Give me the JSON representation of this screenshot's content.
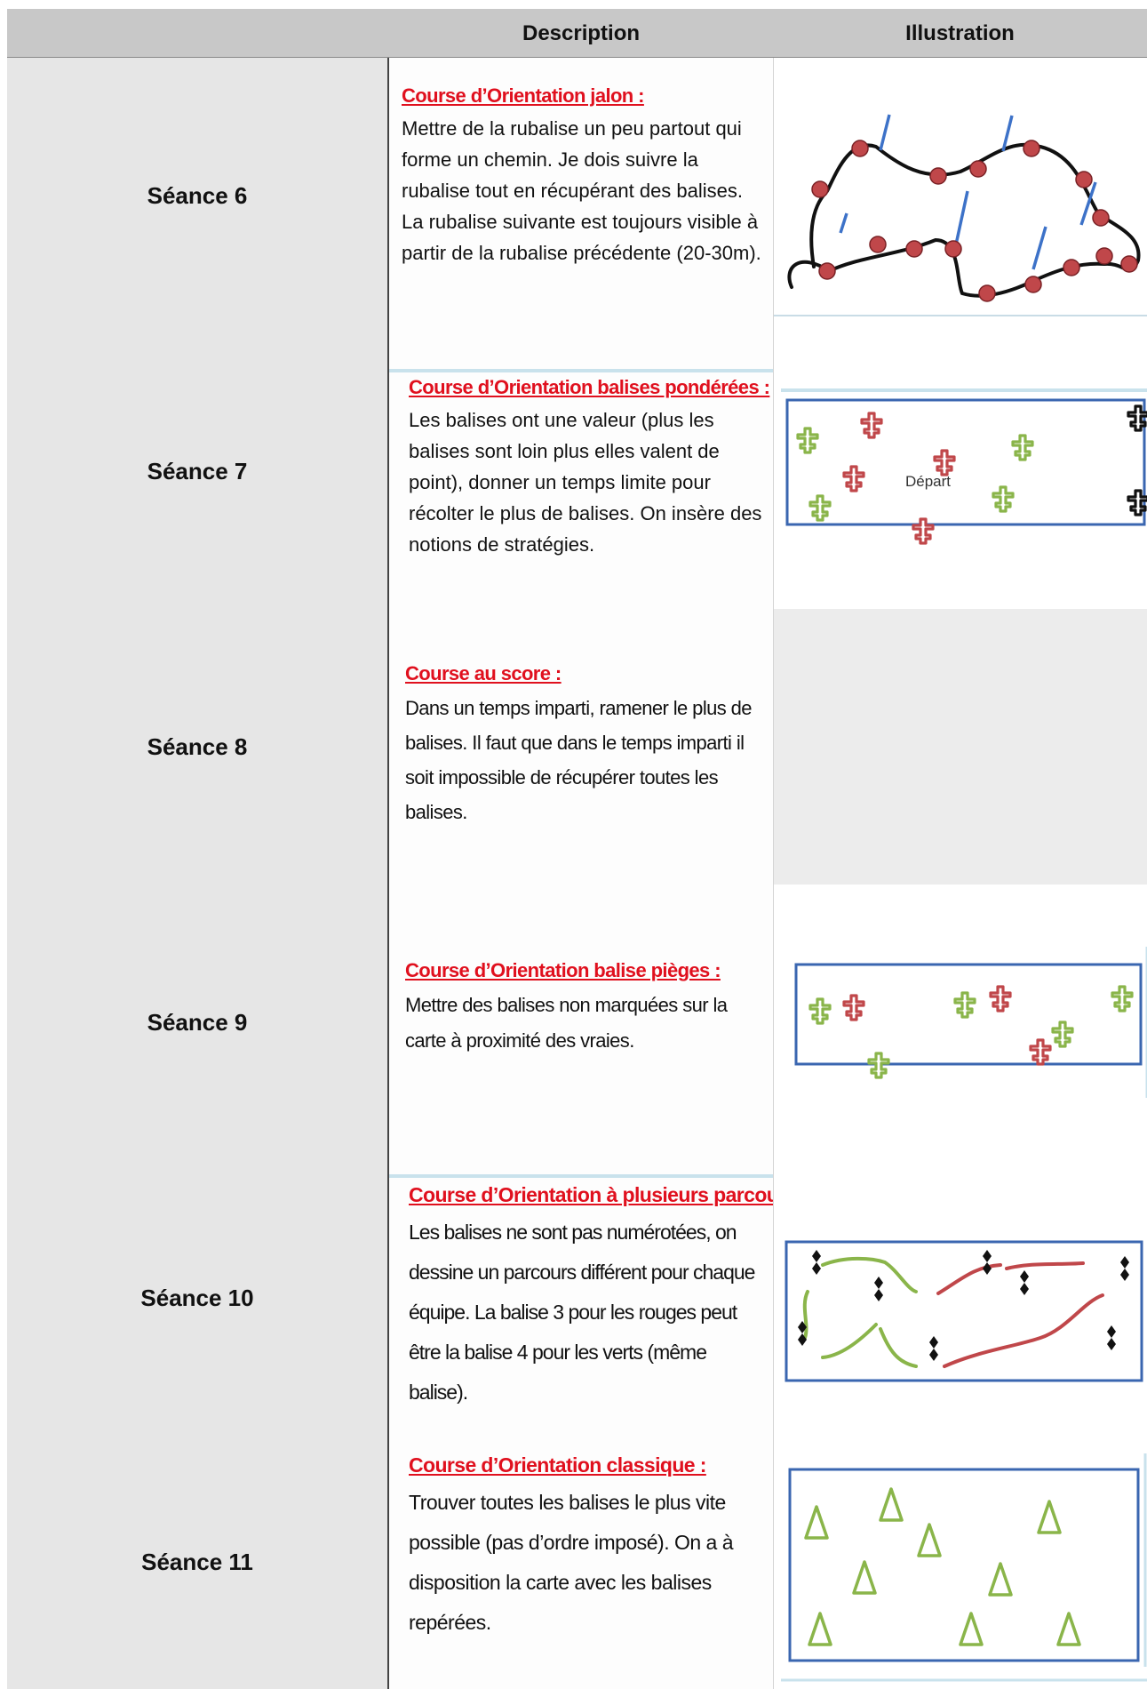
{
  "header": {
    "description": "Description",
    "illustration": "Illustration"
  },
  "colors": {
    "title_red": "#e0101e",
    "balise_green": "#8ab54a",
    "balise_red": "#c0474a",
    "frame_blue": "#3a66b0",
    "header_gray": "#c8c8c8",
    "label_gray": "#e6e6e6"
  },
  "rows": [
    {
      "label": "Séance 6",
      "title": "Course d’Orientation jalon :",
      "text": "Mettre de la rubalise un peu partout qui forme un chemin. Je dois suivre la rubalise tout en récupérant des balises. La rubalise suivante est toujours visible à partir de la rubalise précédente (20-30m)."
    },
    {
      "label": "Séance 7",
      "title": "Course d’Orientation balises pondérées :",
      "text": "Les balises ont une valeur (plus les balises sont loin plus elles valent de point), donner un temps limite pour récolter le plus de balises.  On insère des notions de stratégies.",
      "illustration_text": "Départ"
    },
    {
      "label": "Séance 8",
      "title": "Course au score :",
      "text": "Dans un temps imparti, ramener le plus de balises. Il faut que dans le temps imparti il soit impossible de récupérer toutes les balises."
    },
    {
      "label": "Séance 9",
      "title": "Course d’Orientation balise pièges :",
      "text": "Mettre des balises non marquées sur la carte à proximité des vraies."
    },
    {
      "label": "Séance 10",
      "title": "Course d’Orientation à plusieurs parcours :",
      "text": "Les balises ne sont pas numérotées, on dessine un parcours différent pour chaque équipe. La balise 3 pour les rouges peut être la balise 4 pour les verts (même balise)."
    },
    {
      "label": "Séance 11",
      "title": "Course d’Orientation classique :",
      "text": "Trouver toutes les balises le plus vite possible (pas d’ordre imposé). On a à disposition la carte avec les balises repérées."
    }
  ]
}
